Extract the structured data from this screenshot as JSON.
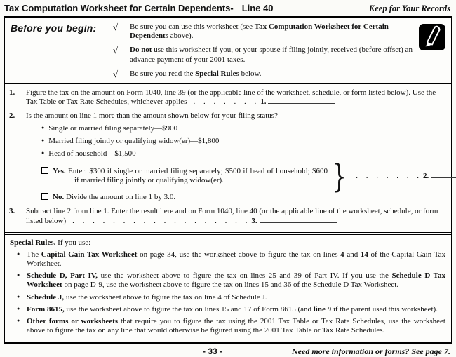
{
  "glyphs": {
    "check": "√",
    "bullet": "●",
    "brace": "}"
  },
  "header": {
    "title": "Tax Computation Worksheet for Certain Dependents-",
    "title_suffix": "Line 40",
    "keep": "Keep for Your Records"
  },
  "before_you_begin": {
    "label": "Before you begin:",
    "items": [
      [
        {
          "t": "Be sure you can use this worksheet (see "
        },
        {
          "t": "Tax Computation Worksheet for Certain Dependents",
          "b": true
        },
        {
          "t": " above)."
        }
      ],
      [
        {
          "t": "Do not",
          "b": true
        },
        {
          "t": " use this worksheet if you, or your spouse if filing jointly, received (before offset) an advance payment of your 2001 taxes."
        }
      ],
      [
        {
          "t": "Be sure you read the "
        },
        {
          "t": "Special Rules",
          "b": true
        },
        {
          "t": " below."
        }
      ]
    ]
  },
  "lines": {
    "line1": {
      "num": "1.",
      "text": [
        {
          "t": "Figure the tax on the amount on Form 1040, line 39 (or the applicable line of the worksheet, schedule, or form listed below). Use the Tax Table or Tax Rate Schedules, whichever applies"
        }
      ],
      "dots": ". . . . . . .",
      "ref": "1.",
      "value": ""
    },
    "line2": {
      "num": "2.",
      "question": "Is the amount on line 1 more than the amount shown below for your filing status?",
      "options": [
        "Single or married filing separately—$900",
        "Married filing jointly or qualifying widow(er)—$1,800",
        "Head of household—$1,500"
      ],
      "yes": [
        {
          "t": "Yes.",
          "b": true
        },
        {
          "t": " Enter: $300 if single or married filing separately; $500 if head of household; $600 if married filing jointly or qualifying widow(er)."
        }
      ],
      "no": [
        {
          "t": "No.",
          "b": true
        },
        {
          "t": " Divide the amount on line 1 by 3.0."
        }
      ],
      "dots": ". . . . . . .",
      "ref": "2.",
      "value": ""
    },
    "line3": {
      "num": "3.",
      "text": [
        {
          "t": "Subtract line 2 from line 1. Enter the result here and on Form 1040, line 40 (or the applicable line of the worksheet, schedule, or form listed below)"
        }
      ],
      "dots": ". . . . . . . . . . . . . . . . . .",
      "ref": "3.",
      "value": ""
    }
  },
  "special_rules": {
    "heading": [
      {
        "t": "Special Rules.",
        "b": true
      },
      {
        "t": " If you use:"
      }
    ],
    "bullets": [
      [
        {
          "t": "The "
        },
        {
          "t": "Capital Gain Tax Worksheet",
          "b": true
        },
        {
          "t": " on page 34, use the worksheet above to figure the tax on lines "
        },
        {
          "t": "4",
          "b": true
        },
        {
          "t": " and "
        },
        {
          "t": "14",
          "b": true
        },
        {
          "t": " of the Capital Gain Tax Worksheet."
        }
      ],
      [
        {
          "t": "Schedule D, Part IV,",
          "b": true
        },
        {
          "t": " use the worksheet above to figure the tax on lines 25 and 39 of Part IV. If you use the "
        },
        {
          "t": "Schedule D Tax Worksheet",
          "b": true
        },
        {
          "t": " on page D-9, use the worksheet above to figure the tax on lines 15 and 36 of the Schedule D Tax Worksheet."
        }
      ],
      [
        {
          "t": "Schedule J,",
          "b": true
        },
        {
          "t": " use the worksheet above to figure the tax on line 4 of Schedule J."
        }
      ],
      [
        {
          "t": "Form 8615,",
          "b": true
        },
        {
          "t": " use the worksheet above to figure the tax on lines 15 and 17 of Form 8615 (and "
        },
        {
          "t": "line 9",
          "b": true
        },
        {
          "t": " if the parent used this worksheet)."
        }
      ],
      [
        {
          "t": "Other forms or worksheets",
          "b": true
        },
        {
          "t": " that require you to figure the tax using the 2001 Tax Table or Tax Rate Schedules, use the worksheet above to figure the tax on any line that would otherwise be figured using the 2001 Tax Table or Tax Rate Schedules."
        }
      ]
    ]
  },
  "footer": {
    "page_number": "- 33 -",
    "note": "Need more information or forms? See page 7."
  }
}
